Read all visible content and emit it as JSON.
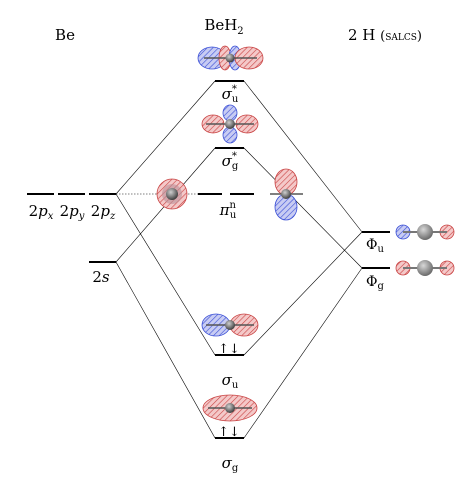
{
  "headers": {
    "be": "Be",
    "beh2_main": "BeH",
    "beh2_sub": "2",
    "h_main": "2 H",
    "h_salcs": "(salcs)"
  },
  "be_levels": {
    "p_prefix": "2",
    "p": "p",
    "px": "x",
    "py": "y",
    "pz": "z",
    "s_prefix": "2",
    "s": "s"
  },
  "mo_labels": {
    "sigma": "σ",
    "pi": "π",
    "u": "u",
    "g": "g",
    "star": "*",
    "n": "n"
  },
  "h_levels": {
    "phi": "Φ",
    "u": "u",
    "g": "g"
  },
  "electrons": {
    "pair_symbol": "↑↓"
  },
  "colors": {
    "positive_lobe": "#d9534f",
    "negative_lobe": "#3a4fd6",
    "atom": "#7a7a7a",
    "line": "#000000"
  }
}
